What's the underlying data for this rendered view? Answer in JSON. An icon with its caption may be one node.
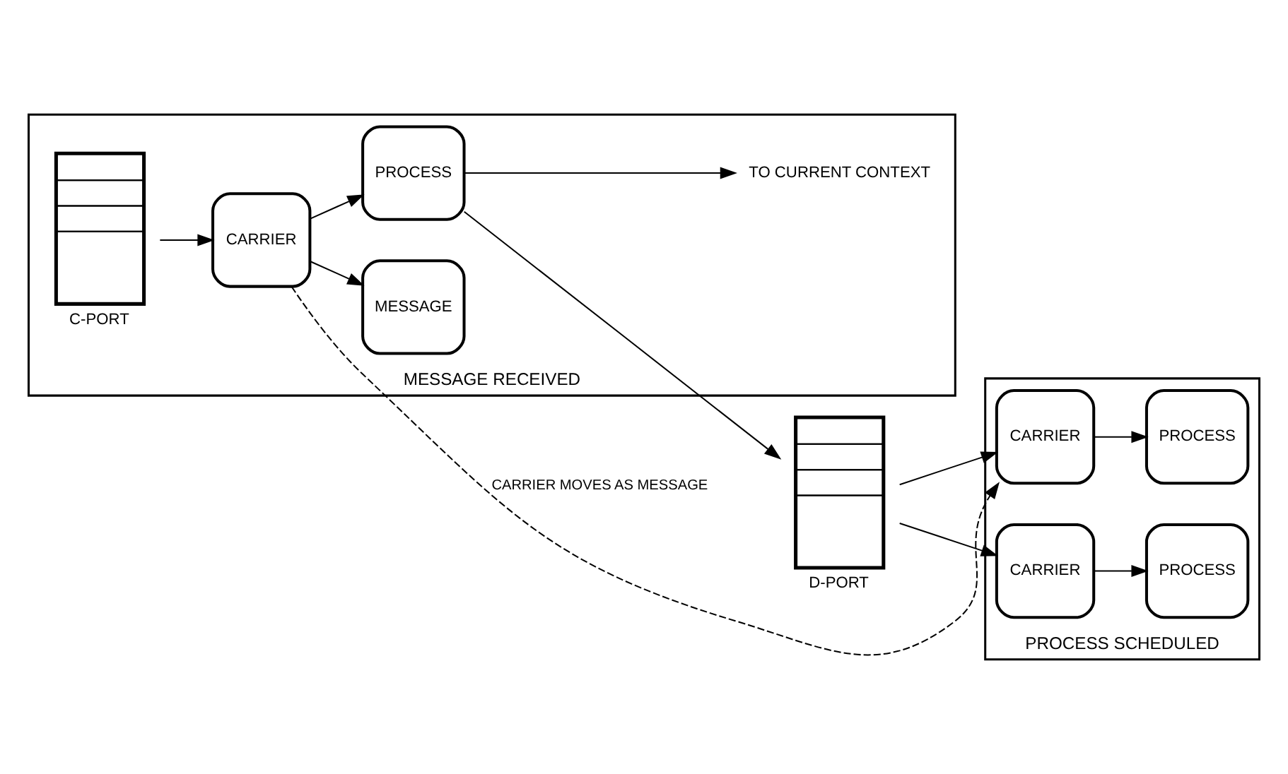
{
  "diagram": {
    "nodes": [
      {
        "text": [
          "MESSAGE RECEIVED"
        ]
      },
      {
        "text": [
          "PROCESS SCHEDULED"
        ]
      },
      {
        "text": [
          "C-PORT"
        ],
        "in": 0
      },
      {
        "text": [
          "CARRIER"
        ],
        "in": 0
      },
      {
        "text": [
          "MESSAGE"
        ],
        "in": 0
      },
      {
        "text": [
          "PROCESS"
        ],
        "in": 0
      },
      {
        "text": [
          "TO CURRENT CONTEXT"
        ],
        "in": 0
      },
      {
        "text": [
          "D-PORT"
        ]
      },
      {
        "text": [
          "CARRIER"
        ],
        "in": 1
      },
      {
        "text": [
          "PROCESS"
        ],
        "in": 1
      },
      {
        "text": [
          "CARRIER"
        ],
        "in": 1
      },
      {
        "text": [
          "PROCESS"
        ],
        "in": 1
      }
    ],
    "edges": [
      {
        "from": 2,
        "to": 3,
        "arrow": "to"
      },
      {
        "from": 3,
        "to": 4,
        "arrow": "to"
      },
      {
        "from": 3,
        "to": 5,
        "arrow": "to"
      },
      {
        "from": 5,
        "to": 7,
        "arrow": "to"
      },
      {
        "from": 5,
        "to": 6,
        "arrow": "to"
      },
      {
        "from": 3,
        "to": 8,
        "arrow": "to",
        "style": "dashed",
        "label": "CARRIER MOVES AS MESSAGE"
      },
      {
        "from": 7,
        "to": 10,
        "arrow": "to"
      },
      {
        "from": 7,
        "to": 8,
        "arrow": "to"
      },
      {
        "from": 8,
        "to": 9,
        "arrow": "to"
      },
      {
        "from": 10,
        "to": 11,
        "arrow": "to"
      }
    ]
  }
}
